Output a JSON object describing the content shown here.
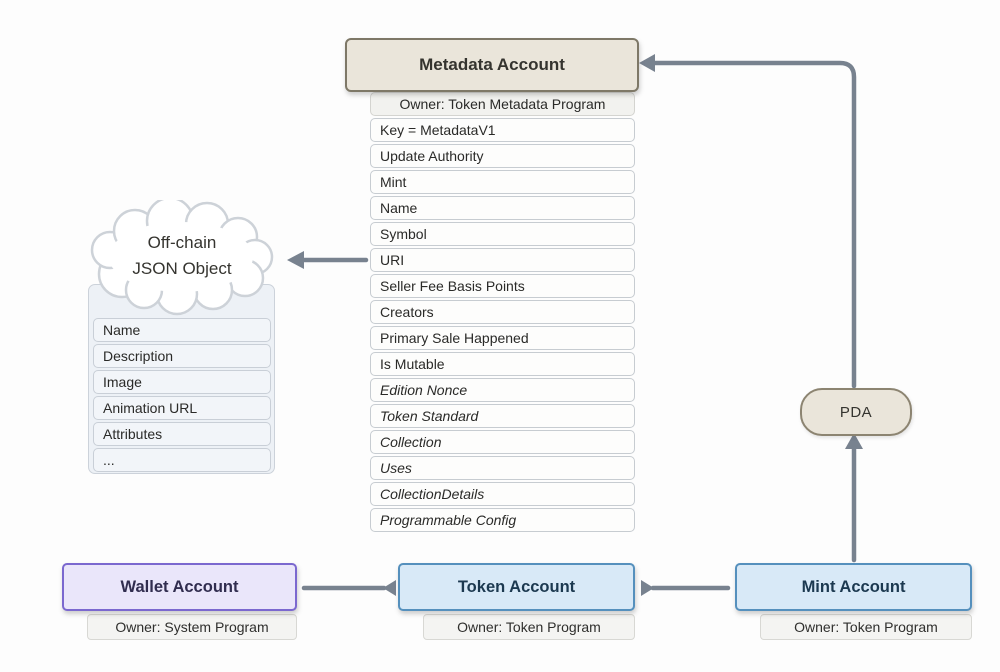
{
  "metadata_account": {
    "title": "Metadata Account",
    "owner": "Owner: Token Metadata Program",
    "fields": [
      "Key = MetadataV1",
      "Update Authority",
      "Mint",
      "Name",
      "Symbol",
      "URI",
      "Seller Fee Basis Points",
      "Creators",
      "Primary Sale Happened",
      "Is Mutable",
      "Edition Nonce",
      "Token Standard",
      "Collection",
      "Uses",
      "CollectionDetails",
      "Programmable Config"
    ]
  },
  "offchain_object": {
    "title_line1": "Off-chain",
    "title_line2": "JSON Object",
    "items": [
      "Name",
      "Description",
      "Image",
      "Animation URL",
      "Attributes",
      "..."
    ]
  },
  "pda": {
    "label": "PDA"
  },
  "accounts": [
    {
      "title": "Wallet Account",
      "owner": "Owner: System Program"
    },
    {
      "title": "Token Account",
      "owner": "Owner: Token Program"
    },
    {
      "title": "Mint Account",
      "owner": "Owner: Token Program"
    }
  ],
  "connections": [
    {
      "from": "pda",
      "to": "metadata-account"
    },
    {
      "from": "metadata-uri-field",
      "to": "offchain-json-object"
    },
    {
      "from": "mint-account",
      "to": "pda"
    },
    {
      "from": "token-account",
      "to": "wallet-account"
    },
    {
      "from": "token-account",
      "to": "mint-account"
    }
  ],
  "colors": {
    "arrow": "#78828F",
    "metadata_fill": "#EAE5DA",
    "metadata_border": "#7E7867",
    "pda_fill": "#EAE5DA",
    "pda_border": "#8C8471",
    "wallet_fill": "#EAE6FA",
    "wallet_border": "#7B68CF",
    "token_fill": "#D8E9F7",
    "token_border": "#5590BD",
    "row_border": "#C7CCD1",
    "offchain_fill": "#EDF1F6",
    "cloud_border": "#CDD2D8"
  }
}
